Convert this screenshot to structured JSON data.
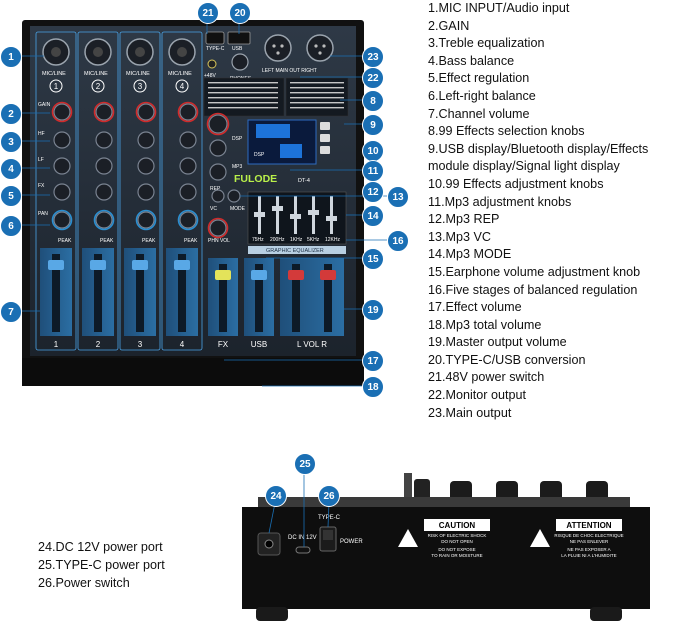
{
  "features": [
    "1.MIC INPUT/Audio input",
    "2.GAIN",
    "3.Treble equalization",
    "4.Bass balance",
    "5.Effect regulation",
    "6.Left-right balance",
    "7.Channel volume",
    "8.99 Effects selection knobs",
    "9.USB display/Bluetooth display/Effects module display/Signal light display",
    "10.99 Effects adjustment knobs",
    "11.Mp3 adjustment knobs",
    "12.Mp3 REP",
    "13.Mp3 VC",
    "14.Mp3 MODE",
    "15.Earphone volume adjustment knob",
    "16.Five stages of balanced regulation",
    "17.Effect volume",
    "18.Mp3 total volume",
    "19.Master output volume",
    "20.TYPE-C/USB conversion",
    "21.48V power switch",
    "22.Monitor output",
    "23.Main output"
  ],
  "back_features": [
    "24.DC 12V power port",
    "25.TYPE-C power port",
    "26.Power switch"
  ],
  "callouts": {
    "n1": "1",
    "n2": "2",
    "n3": "3",
    "n4": "4",
    "n5": "5",
    "n6": "6",
    "n7": "7",
    "n8": "8",
    "n9": "9",
    "n10": "10",
    "n11": "11",
    "n12": "12",
    "n13": "13",
    "n14": "14",
    "n15": "15",
    "n16": "16",
    "n17": "17",
    "n18": "18",
    "n19": "19",
    "n20": "20",
    "n21": "21",
    "n22": "22",
    "n23": "23",
    "n24": "24",
    "n25": "25",
    "n26": "26"
  },
  "panel": {
    "brand": "FULODE",
    "model": "DT-4",
    "mic_line": "MIC/LINE",
    "channels": [
      "1",
      "2",
      "3",
      "4"
    ],
    "fader_labels": [
      "1",
      "2",
      "3",
      "4",
      "FX",
      "USB",
      "L  VOL  R"
    ],
    "gain": "GAIN",
    "hf": "HF",
    "lf": "LF",
    "fx": "FX",
    "pan": "PAN",
    "peak": "PEAK",
    "main_out": "LEFT    MAIN OUT    RIGHT",
    "phones": "PHONES",
    "phn_vol": "PHN VOL",
    "type_c": "TYPE-C",
    "usb": "USB",
    "v48": "+48V",
    "graphic_eq": "GRAPHIC EQUALIZER",
    "eq_bands": [
      "75Hz",
      "200Hz",
      "1KHz",
      "5KHz",
      "12KHz"
    ],
    "display_mode": "MODE",
    "display_dsp": "DSP",
    "display_vc": "VC",
    "display_rep": "REP",
    "display_mp3": "MP3",
    "display_dsp_knob": "DSP"
  },
  "rear": {
    "dc_label": "DC IN 12V",
    "type_c": "TYPE-C",
    "power": "POWER",
    "caution_title": "CAUTION",
    "caution_line1": "RISK OF ELECTRIC SHOCK",
    "caution_line2": "DO NOT OPEN",
    "caution_line3": "DO NOT EXPOSE",
    "caution_line4": "TO RAIN OR MOISTURE",
    "attention_title": "ATTENTION",
    "attention_line1": "RISQUE DE CHOC ELECTRIQUE",
    "attention_line2": "NE PAS ENLEVER",
    "attention_line3": "NE PAS EXPOSER A",
    "attention_line4": "LA PLUIE NI A L'HUMIDITE"
  }
}
